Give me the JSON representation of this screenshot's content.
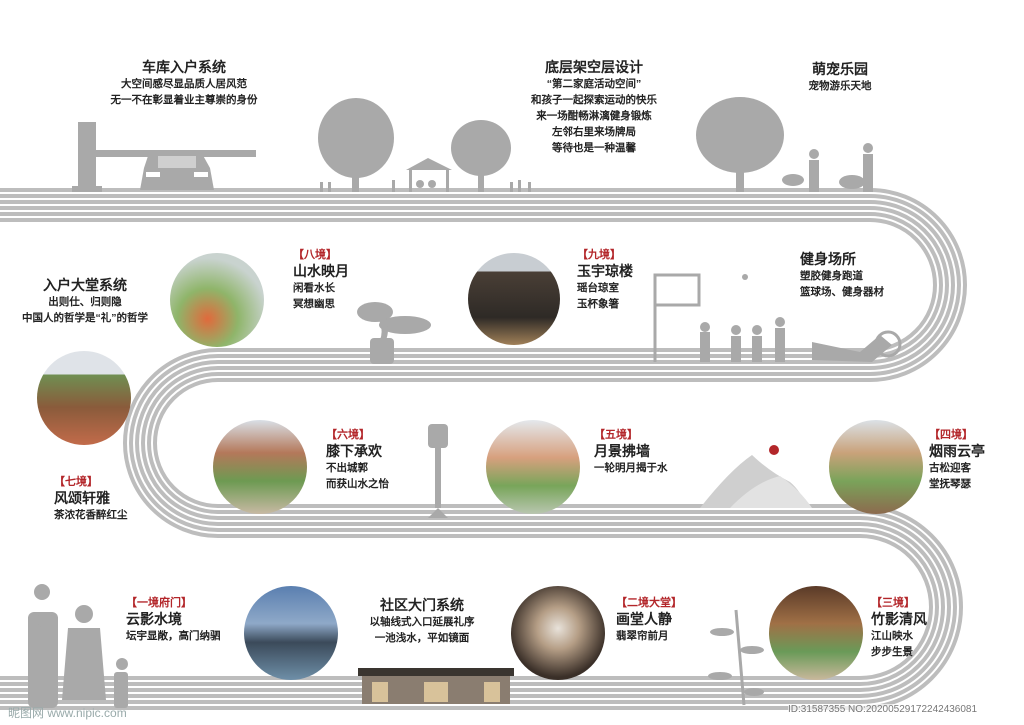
{
  "stations": {
    "garage": {
      "title": "车库入户系统",
      "lines": [
        "大空间感尽显品质人居风范",
        "无一不在彰显着业主尊崇的身份"
      ]
    },
    "ground": {
      "title": "底层架空层设计",
      "lines": [
        "“第二家庭活动空间”",
        "和孩子一起探索运动的快乐",
        "来一场酣畅淋漓健身锻炼",
        "左邻右里来场牌局",
        "等待也是一种温馨"
      ]
    },
    "pet": {
      "title": "萌宠乐园",
      "lines": [
        "宠物游乐天地"
      ]
    },
    "lobby_sys": {
      "title": "入户大堂系统",
      "lines": [
        "出则仕、归则隐",
        "中国人的哲学是“礼”的哲学"
      ]
    },
    "s8": {
      "tag": "【八境】",
      "title": "山水映月",
      "lines": [
        "闲看水长",
        "冥想幽思"
      ]
    },
    "s9": {
      "tag": "【九境】",
      "title": "玉宇琼楼",
      "lines": [
        "瑶台琼室",
        "玉杯象箸"
      ]
    },
    "fitness": {
      "title": "健身场所",
      "lines": [
        "塑胶健身跑道",
        "篮球场、健身器材"
      ]
    },
    "s7": {
      "tag": "【七境】",
      "title": "风颂轩雅",
      "lines": [
        "茶浓花香醉红尘"
      ]
    },
    "s6": {
      "tag": "【六境】",
      "title": "膝下承欢",
      "lines": [
        "不出城郭",
        "而获山水之怡"
      ]
    },
    "s5": {
      "tag": "【五境】",
      "title": "月景拂墙",
      "lines": [
        "一轮明月揭于水"
      ]
    },
    "s4": {
      "tag": "【四境】",
      "title": "烟雨云亭",
      "lines": [
        "古松迎客",
        "堂抚琴瑟"
      ]
    },
    "s1": {
      "tag": "【一境府门】",
      "title": "云影水境",
      "lines": [
        "坛宇显敞，高门纳驷"
      ]
    },
    "gate_sys": {
      "title": "社区大门系统",
      "lines": [
        "以轴线式入口延展礼序",
        "一池浅水，平如镜面"
      ]
    },
    "s2": {
      "tag": "【二境大堂】",
      "title": "画堂人静",
      "lines": [
        "翡翠帘前月"
      ]
    },
    "s3": {
      "tag": "【三境】",
      "title": "竹影清风",
      "lines": [
        "江山映水",
        "步步生景"
      ]
    }
  },
  "watermark": {
    "left": "昵图网 www.nipic.com",
    "right": "ID:31587355 NO:20200529172242436081"
  },
  "colors": {
    "track": "#bdbdbd",
    "silhouette": "#a9a9a9",
    "tag_red": "#b3262a"
  }
}
